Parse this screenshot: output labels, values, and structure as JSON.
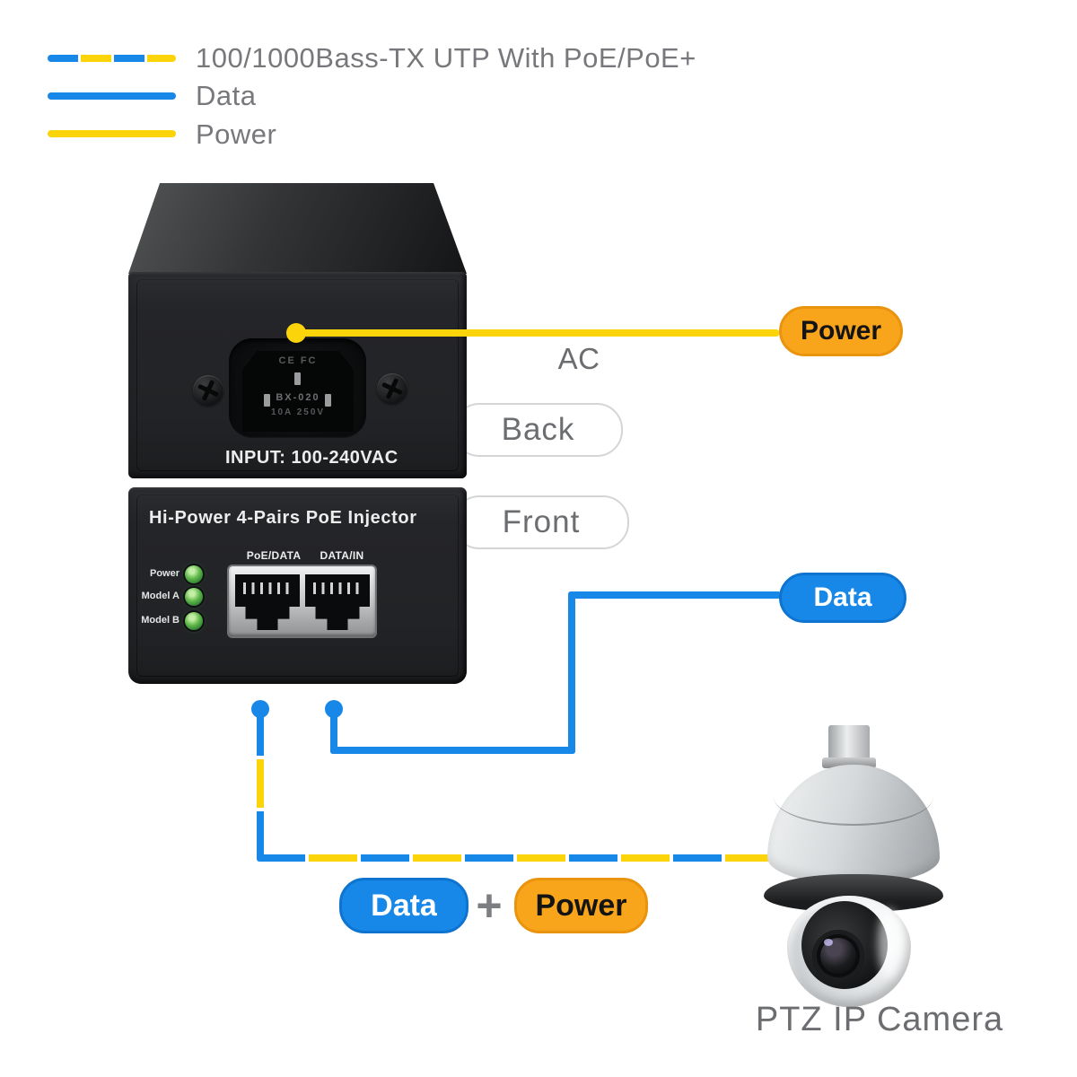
{
  "legend": {
    "items": [
      {
        "label": "100/1000Bass-TX UTP With PoE/PoE+",
        "line_type": "dashed-data-power"
      },
      {
        "label": "Data",
        "line_type": "data"
      },
      {
        "label": "Power",
        "line_type": "power"
      }
    ]
  },
  "device": {
    "back_view": {
      "view_label": "Back",
      "ac_point_label": "AC",
      "input_label": "INPUT: 100-240VAC",
      "socket_markings": {
        "top": "CE  FC",
        "model": "BX-020",
        "rating": "10A 250V"
      }
    },
    "front_view": {
      "view_label": "Front",
      "panel_title": "Hi-Power 4-Pairs PoE Injector",
      "leds": [
        {
          "label": "Power"
        },
        {
          "label": "Model A"
        },
        {
          "label": "Model B"
        }
      ],
      "ports": [
        {
          "label": "PoE/DATA"
        },
        {
          "label": "DATA/IN"
        }
      ]
    }
  },
  "badges": {
    "power_ac": "Power",
    "data_out": "Data",
    "data_bottom": "Data",
    "plus": "+",
    "power_bottom": "Power"
  },
  "camera": {
    "caption": "PTZ IP Camera"
  },
  "colors": {
    "data_blue": "#1787e8",
    "power_yellow": "#fbd40a",
    "badge_orange": "#f9a51c",
    "label_gray": "#6b6d70"
  }
}
